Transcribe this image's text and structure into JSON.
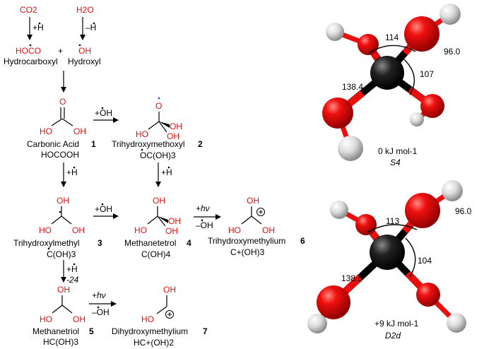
{
  "step1": {
    "co2": "CO2",
    "h2o": "H2O",
    "plus_h": "+H",
    "minus_h": "–H",
    "hococo": "HOCO",
    "plus": "+",
    "oh": "OH",
    "hydrocarboxyl": "Hydrocarboxyl",
    "hydroxyl": "Hydroxyl"
  },
  "compounds": {
    "c1": {
      "name": "Carbonic Acid",
      "num": "1",
      "formula": "HOCOOH"
    },
    "c2": {
      "name": "Trihydroxymethoxyl",
      "num": "2",
      "formula": "OC(OH)3"
    },
    "c3": {
      "name": "Trihydroxylmethyl",
      "num": "3",
      "formula": "C(OH)3"
    },
    "c4": {
      "name": "Methanetetrol",
      "num": "4",
      "formula": "C(OH)4"
    },
    "c5": {
      "name": "Methanetriol",
      "num": "5",
      "formula": "HC(OH)3"
    },
    "c6": {
      "name": "Trihydroxymethylium",
      "num": "6",
      "formula": "C+(OH)3"
    },
    "c7": {
      "name": "Dihydroxymethylium",
      "num": "7",
      "formula": "HC+(OH)2"
    }
  },
  "reagents": {
    "plus_oh": "+OH",
    "minus_oh": "–OH",
    "plus_h": "+H",
    "plus_hv": "+hν",
    "minus24": "-24"
  },
  "atoms": {
    "o": "O",
    "oh": "OH",
    "ho": "HO"
  },
  "models": {
    "s4": {
      "angle1": "114",
      "angle2": "107",
      "bond_o1": "96.0",
      "bond_o2": "138.4",
      "energy": "0 kJ mol-1",
      "symmetry": "S4"
    },
    "d2d": {
      "angle1": "113",
      "angle2": "104",
      "bond_o1": "96.0",
      "bond_o2": "138.5",
      "energy": "+9 kJ mol-1",
      "symmetry": "D2d"
    }
  },
  "colors": {
    "oxygen": "#e8100f",
    "carbon": "#111111",
    "hydrogen": "#d8d8d8"
  }
}
